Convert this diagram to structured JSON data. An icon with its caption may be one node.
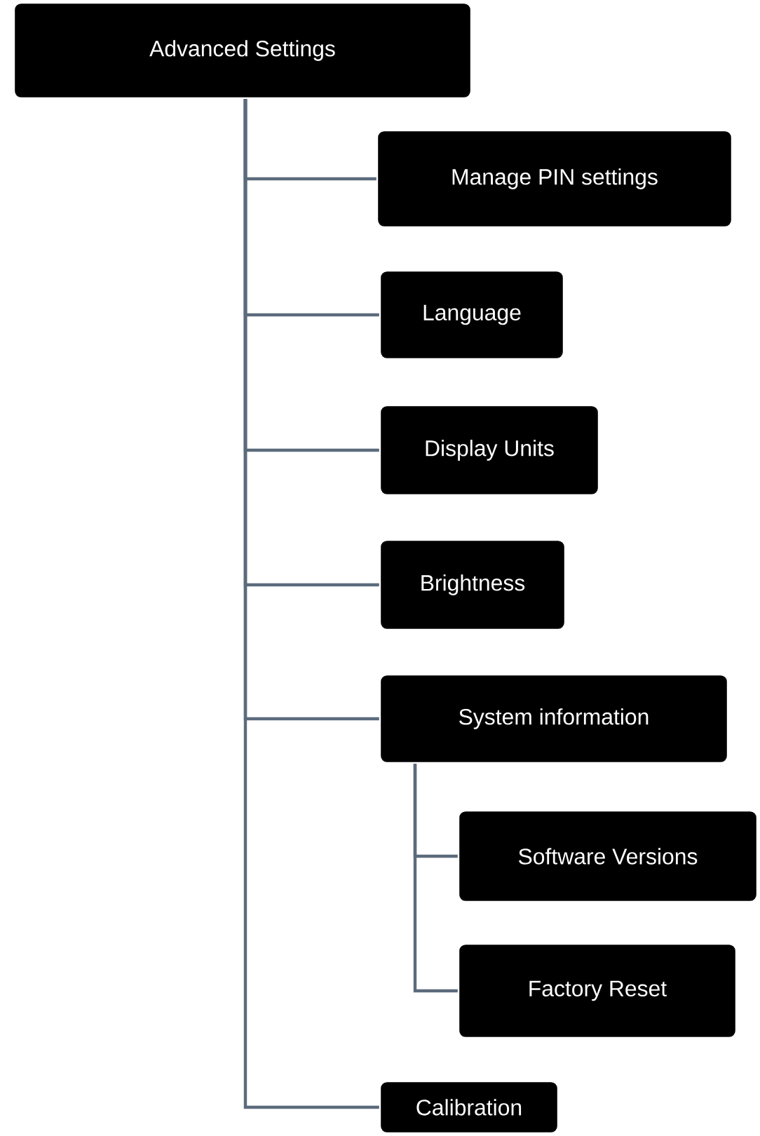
{
  "diagram": {
    "nodes": [
      {
        "text": [
          "Advanced Settings"
        ]
      },
      {
        "text": [
          "Manage PIN settings"
        ]
      },
      {
        "text": [
          "Language"
        ]
      },
      {
        "text": [
          "Display Units"
        ]
      },
      {
        "text": [
          "Brightness"
        ]
      },
      {
        "text": [
          "System information"
        ]
      },
      {
        "text": [
          "Software Versions"
        ]
      },
      {
        "text": [
          "Factory Reset"
        ]
      },
      {
        "text": [
          "Calibration"
        ]
      }
    ],
    "edges": [
      {
        "from": 0,
        "to": 1,
        "arrow": "none"
      },
      {
        "from": 0,
        "to": 2,
        "arrow": "none"
      },
      {
        "from": 0,
        "to": 3,
        "arrow": "none"
      },
      {
        "from": 0,
        "to": 4,
        "arrow": "none"
      },
      {
        "from": 0,
        "to": 5,
        "arrow": "none"
      },
      {
        "from": 5,
        "to": 6,
        "arrow": "none"
      },
      {
        "from": 5,
        "to": 7,
        "arrow": "none"
      },
      {
        "from": 0,
        "to": 8,
        "arrow": "none"
      }
    ]
  }
}
